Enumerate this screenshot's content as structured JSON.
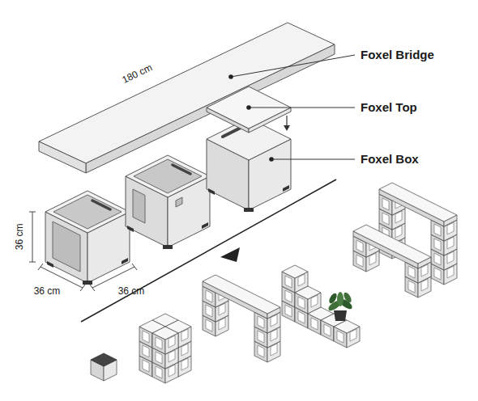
{
  "diagram": {
    "labels": [
      "180 cm",
      "Foxel Bridge",
      "Foxel Top",
      "Foxel Box",
      "36 cm",
      "36 cm",
      "36 cm"
    ]
  }
}
